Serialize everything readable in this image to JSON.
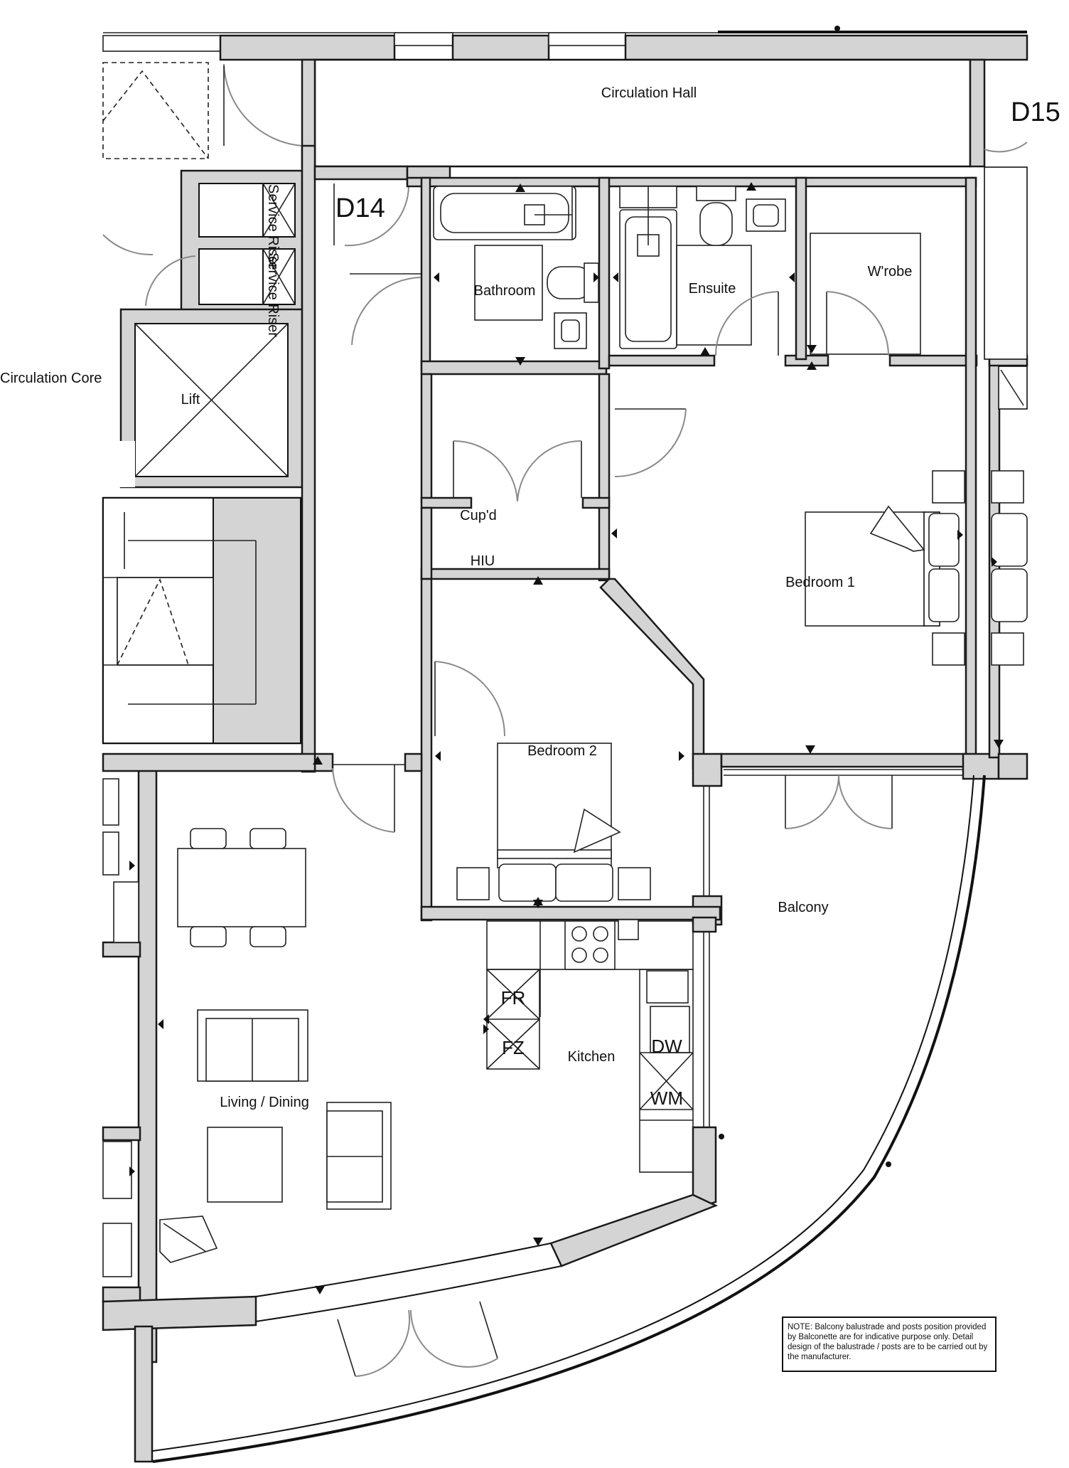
{
  "plan": {
    "units": {
      "current": "D14",
      "adjacent": "D15"
    },
    "rooms": {
      "circulation_hall": "Circulation Hall",
      "circulation_core": "Circulation Core",
      "lift": "Lift",
      "bathroom": "Bathroom",
      "ensuite": "Ensuite",
      "wardrobe": "W'robe",
      "cupboard": "Cup'd",
      "hiu": "HIU",
      "bedroom1": "Bedroom 1",
      "bedroom2": "Bedroom 2",
      "balcony": "Balcony",
      "kitchen": "Kitchen",
      "living_dining": "Living / Dining"
    },
    "risers": [
      "Service Riser",
      "Service Riser"
    ],
    "appliances": [
      "FR",
      "FZ",
      "DW",
      "WM"
    ],
    "note": "NOTE: Balcony balustrade and posts position provided by Balconette are for indicative purpose only. Detail design of the balustrade / posts are to be carried out by the manufacturer."
  }
}
